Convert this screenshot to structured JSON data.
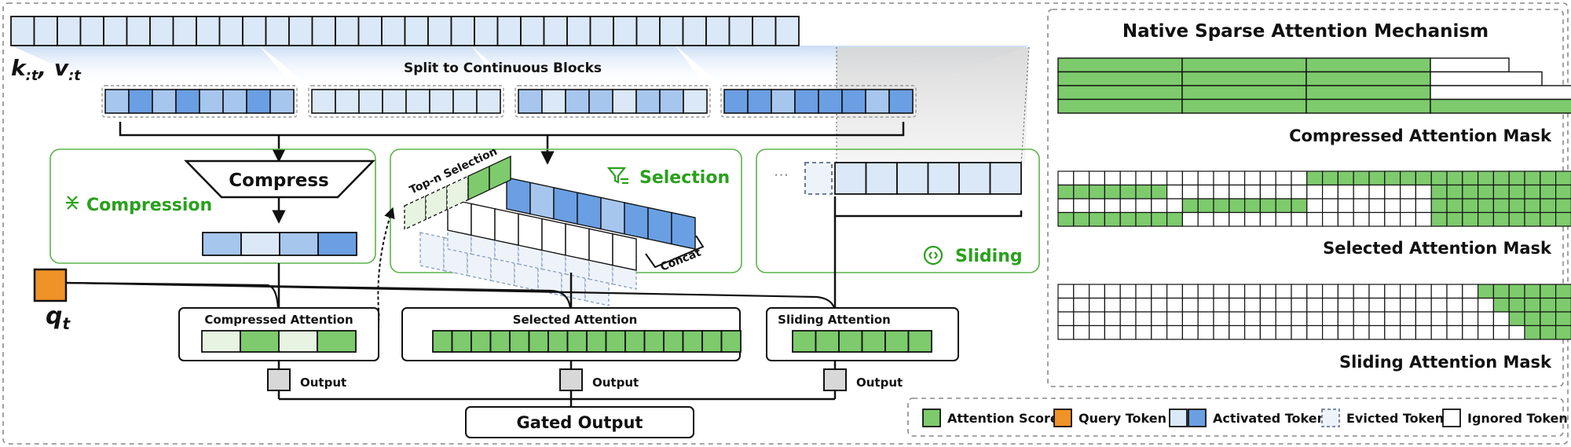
{
  "labels": {
    "kv": "k:t, v:t",
    "kv_k": "k",
    "kv_v": "v",
    "kv_sub": ":t",
    "split": "Split to Continuous Blocks",
    "compress": "Compress",
    "compression": "Compression",
    "selection": "Selection",
    "top_n": "Top-n Selection",
    "concat": "Concat",
    "sliding": "Sliding",
    "query": "q",
    "query_sub": "t",
    "ellipsis": "···"
  },
  "attention": {
    "compressed": "Compressed Attention",
    "selected": "Selected Attention",
    "sliding": "Sliding Attention",
    "output": "Output",
    "gated": "Gated Output"
  },
  "panel": {
    "title": "Native Sparse Attention Mechanism",
    "masks": [
      {
        "label": "Compressed Attention Mask"
      },
      {
        "label": "Selected Attention Mask"
      },
      {
        "label": "Sliding Attention Mask"
      }
    ]
  },
  "legend": [
    {
      "label": "Attention Score",
      "swatch": "green"
    },
    {
      "label": "Query Token",
      "swatch": "orange"
    },
    {
      "label": "Activated Token",
      "swatch": "blue-pair"
    },
    {
      "label": "Evicted Token",
      "swatch": "dashed"
    },
    {
      "label": "Ignored Token",
      "swatch": "white"
    }
  ],
  "colors": {
    "green": "#7dcb6c",
    "green_light": "#e7f4e1",
    "green_dark": "#2aa01d",
    "orange": "#ef9227",
    "blue_light": "#dbe8f8",
    "blue_mid": "#a7c6ee",
    "blue_dark": "#6a9fe3",
    "gray_fill": "#d8d8d8",
    "stroke": "#111111"
  }
}
